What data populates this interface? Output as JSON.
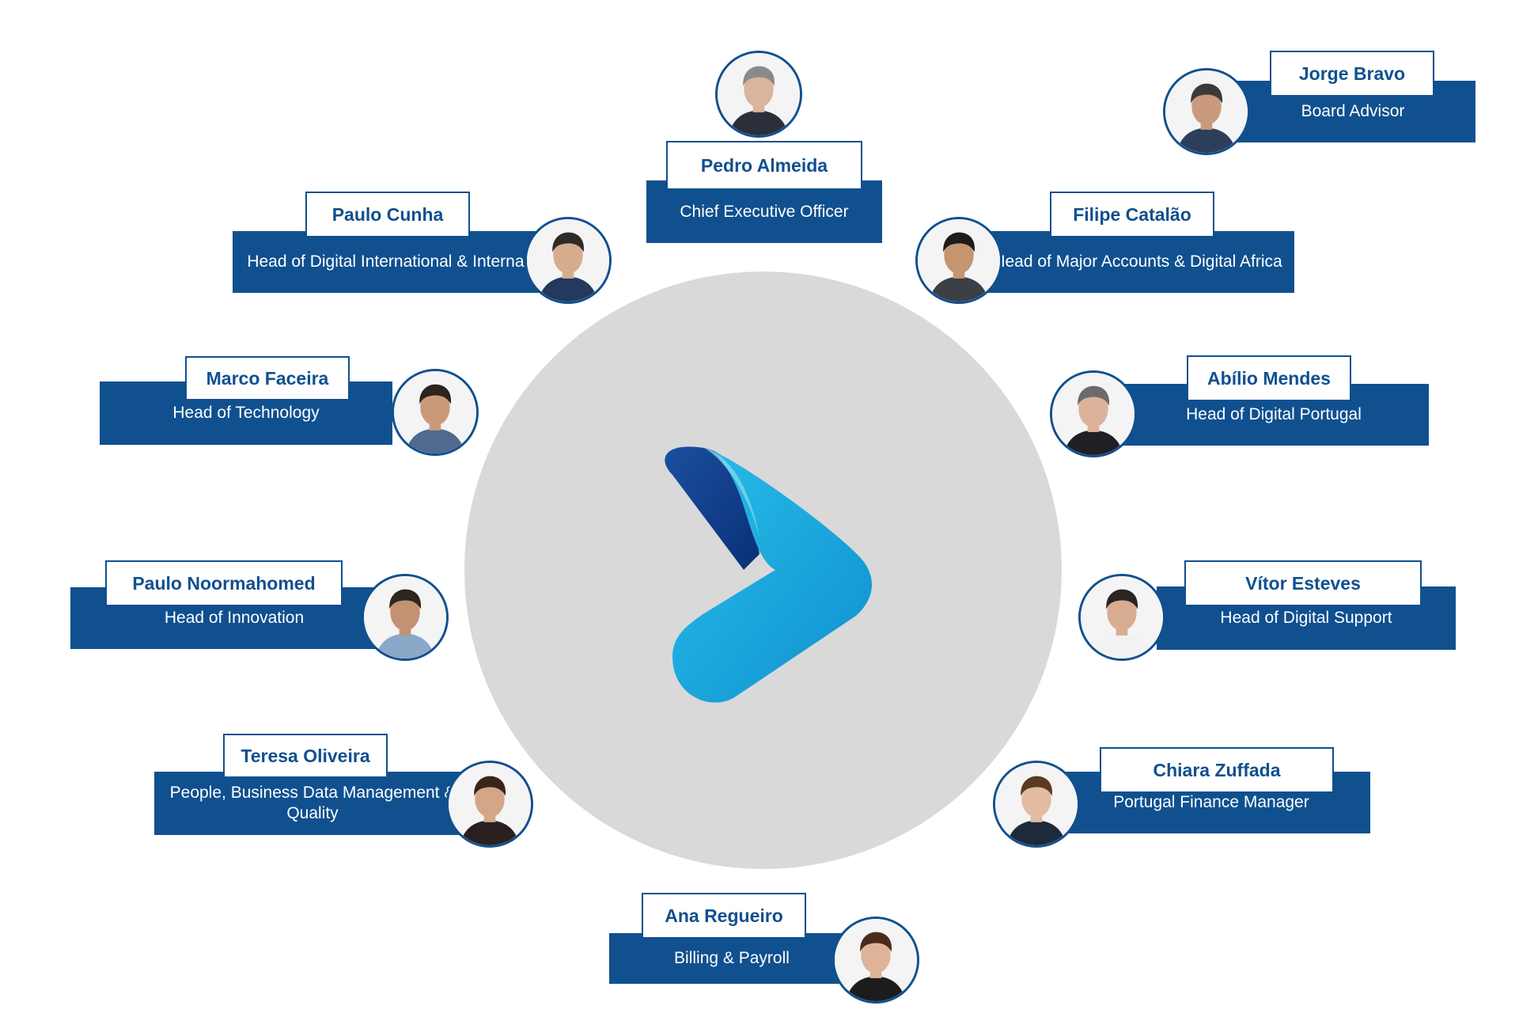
{
  "team": [
    {
      "id": "pedro",
      "name": "Pedro Almeida",
      "role": "Chief Executive Officer",
      "skin": "#d8b59b",
      "hair": "#8a8a8a",
      "shirt": "#2a2f3a"
    },
    {
      "id": "jorge",
      "name": "Jorge Bravo",
      "role": "Board Advisor",
      "skin": "#c99a7d",
      "hair": "#3a3a3a",
      "shirt": "#2c3e5a"
    },
    {
      "id": "paulo_c",
      "name": "Paulo Cunha",
      "role": "Head of Digital International & Internal IT",
      "skin": "#d6ac8e",
      "hair": "#2e2a27",
      "shirt": "#23395d"
    },
    {
      "id": "filipe",
      "name": "Filipe Catalão",
      "role": "Head of Major Accounts & Digital Africa",
      "skin": "#c4956f",
      "hair": "#1e1b18",
      "shirt": "#3b3f46"
    },
    {
      "id": "marco",
      "name": "Marco Faceira",
      "role": "Head of Technology",
      "skin": "#c99a7a",
      "hair": "#2b241f",
      "shirt": "#4f6a8e"
    },
    {
      "id": "abilio",
      "name": "Abílio Mendes",
      "role": "Head of Digital Portugal",
      "skin": "#dcb39a",
      "hair": "#6b6b6b",
      "shirt": "#1f1f24"
    },
    {
      "id": "paulo_n",
      "name": "Paulo Noormahomed",
      "role": "Head of Innovation",
      "skin": "#c49172",
      "hair": "#2d2520",
      "shirt": "#8aa8c8"
    },
    {
      "id": "vitor",
      "name": "Vítor Esteves",
      "role": "Head of Digital Support",
      "skin": "#d8ad90",
      "hair": "#2a2522",
      "shirt": "#f2f2f2"
    },
    {
      "id": "teresa",
      "name": "Teresa Oliveira",
      "role": "People, Business Data Management & Quality",
      "skin": "#d2a687",
      "hair": "#3b2418",
      "shirt": "#2a2020"
    },
    {
      "id": "chiara",
      "name": "Chiara Zuffada",
      "role": "Portugal Finance Manager",
      "skin": "#e2bba0",
      "hair": "#5a3a22",
      "shirt": "#1e2a3a"
    },
    {
      "id": "ana",
      "name": "Ana Regueiro",
      "role": "Billing & Payroll",
      "skin": "#ddb49a",
      "hair": "#4a2c1c",
      "shirt": "#1c1c1c"
    }
  ],
  "colors": {
    "brand_blue": "#10508f",
    "circle_gray": "#d9d9d9",
    "logo_dark": "#0f3f8f",
    "logo_light": "#1ba3d6"
  },
  "logo_icon": "chevron-play-icon"
}
